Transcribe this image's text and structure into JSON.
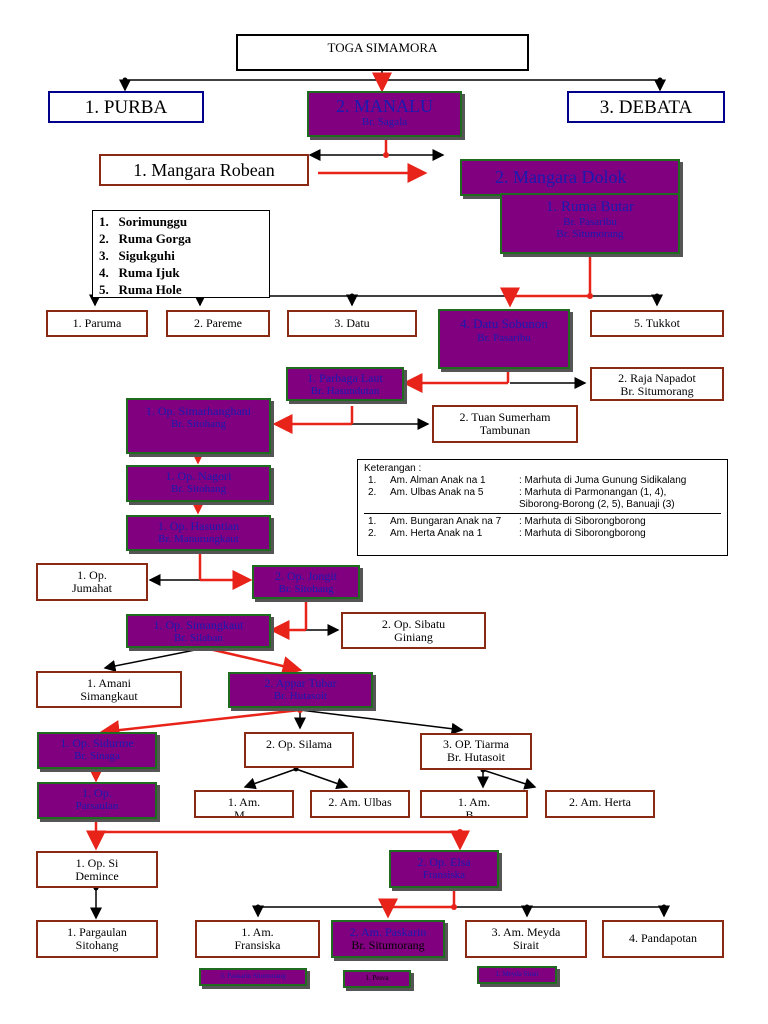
{
  "nodes": {
    "toga": {
      "label": "TOGA SIMAMORA"
    },
    "purba": {
      "label": "1. PURBA"
    },
    "manalu": {
      "label": "2. MANALU",
      "sub": "Br. Sagala"
    },
    "debata": {
      "label": "3. DEBATA"
    },
    "robean": {
      "label": "1. Mangara Robean"
    },
    "dolok": {
      "label": "2. Mangara Dolok"
    },
    "ruma_butar": {
      "label": "1. Ruma Butar",
      "sub1": "Br. Pasaribu",
      "sub2": "Br. Situmorang"
    },
    "paruma": {
      "label": "1. Paruma"
    },
    "pareme": {
      "label": "2. Pareme"
    },
    "datu": {
      "label": "3. Datu"
    },
    "sobunon": {
      "label": "4. Datu Sobunon",
      "sub": "Br. Pasaribu"
    },
    "tukkot": {
      "label": "5. Tukkot"
    },
    "parbaga": {
      "label": "1. Parbaga Laut",
      "sub": "Br. Hasundutan"
    },
    "napadot": {
      "label": "2. Raja Napadot",
      "sub": "Br. Situmorang"
    },
    "simarhanghani": {
      "label": "1. Op. Simarhanghani",
      "sub": "Br. Sitohang"
    },
    "sumerham": {
      "label": "2. Tuan Sumerham",
      "sub": "Tambunan"
    },
    "nagori": {
      "label": "1. Op. Nagori",
      "sub": "Br. Sitohang"
    },
    "hasuntian": {
      "label": "1. Op. Hasuntian",
      "sub": "Br. Manurungkaut"
    },
    "jumahat": {
      "label": "1. Op.",
      "sub": "Jumahat"
    },
    "jongit": {
      "label": "2. Op. Jongit",
      "sub": "Br. Sitohang"
    },
    "simangkaut": {
      "label": "1. Op. Simangkaut",
      "sub": "Br. Silaban"
    },
    "sibatu": {
      "label": "2. Op. Sibatu",
      "sub": "Giniang"
    },
    "amani": {
      "label": "1. Amani",
      "sub": "Simangkaut"
    },
    "appar": {
      "label": "2. Appar Tubar",
      "sub": "Br. Hutasoit"
    },
    "sidurme": {
      "label": "1. Op. Sidurme",
      "sub": "Br. Sinaga"
    },
    "silama": {
      "label": "2. Op. Silama"
    },
    "tiarma": {
      "label": "3. OP. Tiarma",
      "sub": "Br. Hutasoit"
    },
    "parsaulan": {
      "label": "1. Op.",
      "sub": "Parsaulan"
    },
    "am_m": {
      "label": "1. Am.",
      "sub": "M..."
    },
    "am_ulbas": {
      "label": "2. Am. Ulbas"
    },
    "am_b": {
      "label": "1. Am.",
      "sub": "B..."
    },
    "am_herta": {
      "label": "2. Am. Herta"
    },
    "demince": {
      "label": "1. Op. Si",
      "sub": "Demince"
    },
    "elsa": {
      "label": "2. Op. Elsa",
      "sub": "Fransiska"
    },
    "pargaulan": {
      "label": "1. Pargaulan",
      "sub": "Sitohang"
    },
    "fransiska": {
      "label": "1. Am.",
      "sub": "Fransiska"
    },
    "paskarin": {
      "label": "2. Am. Paskarin",
      "sub": "Br. Situmorang"
    },
    "meyda": {
      "label": "3. Am. Meyda",
      "sub": "Sirait"
    },
    "pandapotan": {
      "label": "4. Pandapotan"
    },
    "tiny1": {
      "label": "3. Paskarin Situmorang"
    },
    "tiny2": {
      "label": "1. Pesva"
    },
    "tiny3": {
      "label": "1. Meyda Sirait"
    }
  },
  "list": [
    "Sorimunggu",
    "Ruma Gorga",
    "Sigukguhi",
    "Ruma Ijuk",
    "Ruma Hole"
  ],
  "keterangan": {
    "title": "Keterangan :",
    "rows": [
      {
        "n": "1.",
        "a": "Am. Alman Anak na 1",
        "c": ": Marhuta di Juma Gunung Sidikalang"
      },
      {
        "n": "2.",
        "a": "Am. Ulbas Anak na  5",
        "c": ": Marhuta di Parmonangan (1, 4),"
      },
      {
        "n": "",
        "a": "",
        "c": "  Siborong-Borong (2, 5), Banuaji (3)"
      },
      {
        "n": "1.",
        "a": "Am. Bungaran Anak na 7",
        "c": ": Marhuta di Siborongborong"
      },
      {
        "n": "2.",
        "a": "Am. Herta Anak na 1",
        "c": ": Marhuta di Siborongborong"
      }
    ]
  },
  "colors": {
    "highlight": "#800080",
    "line_red": "#e8231a",
    "line_black": "#000000"
  }
}
